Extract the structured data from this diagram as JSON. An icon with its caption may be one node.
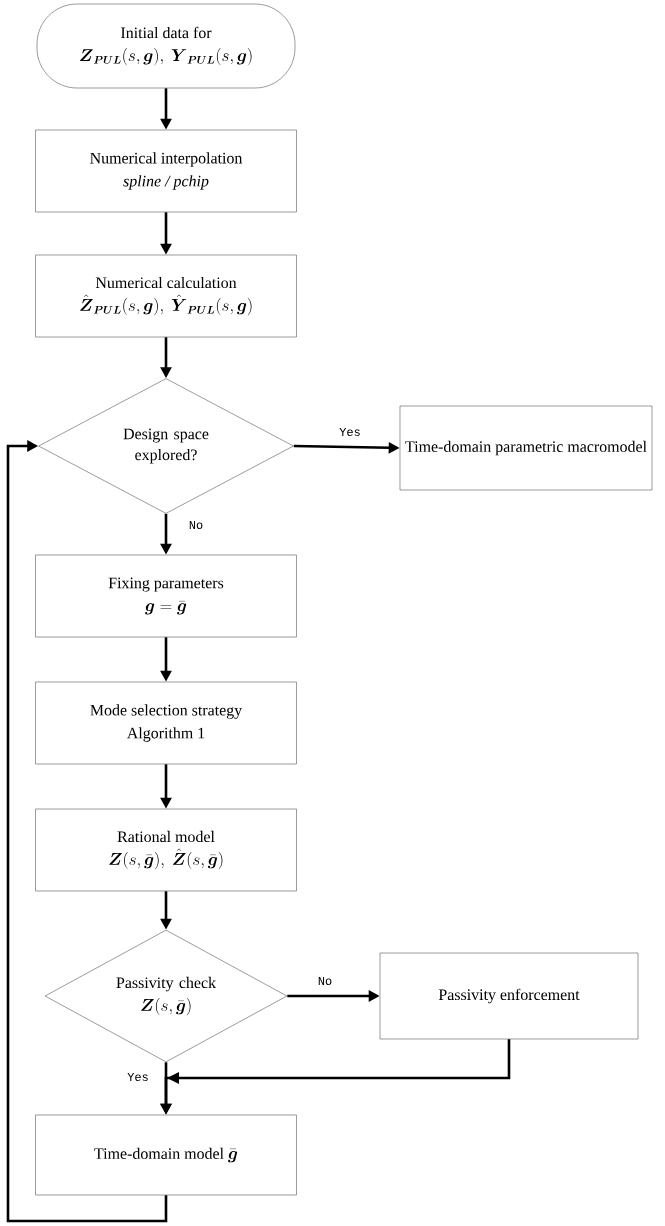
{
  "diagram": {
    "nodes": [
      {
        "text": [
          "Initial data for",
          "\\boldsymbol{Z}_{\\boldsymbol{PUL}}(s,\\boldsymbol{g}),\\ \\boldsymbol{Y}_{\\boldsymbol{PUL}}(s,\\boldsymbol{g})"
        ]
      },
      {
        "text": [
          "Numerical interpolation",
          "spline / pchip"
        ]
      },
      {
        "text": [
          "Numerical calculation",
          "\\hat{\\boldsymbol{Z}}_{\\boldsymbol{PUL}}(s,\\boldsymbol{g}),\\ \\hat{\\boldsymbol{Y}}_{\\boldsymbol{PUL}}(s,\\boldsymbol{g})"
        ]
      },
      {
        "text": [
          "Design space explored?"
        ]
      },
      {
        "text": [
          "Time-domain parametric macromodel"
        ]
      },
      {
        "text": [
          "Fixing parameters",
          "\\boldsymbol{g}=\\bar{\\boldsymbol{g}}"
        ]
      },
      {
        "text": [
          "Mode selection strategy",
          "Algorithm 1"
        ]
      },
      {
        "text": [
          "Rational model",
          "\\boldsymbol{Z}(s,\\bar{\\boldsymbol{g}}),\\ \\hat{\\boldsymbol{Z}}(s,\\bar{\\boldsymbol{g}})"
        ]
      },
      {
        "text": [
          "Passivity check",
          "\\boldsymbol{Z}(s,\\bar{\\boldsymbol{g}})"
        ]
      },
      {
        "text": [
          "Passivity enforcement"
        ]
      },
      {
        "text": [
          "Time-domain model",
          "\\bar{\\boldsymbol{g}}"
        ]
      }
    ],
    "edges": [
      {
        "from": 0,
        "to": 1,
        "arrow": "to"
      },
      {
        "from": 1,
        "to": 2,
        "arrow": "to"
      },
      {
        "from": 2,
        "to": 3,
        "arrow": "to"
      },
      {
        "from": 3,
        "to": 4,
        "arrow": "to",
        "label": "Yes"
      },
      {
        "from": 3,
        "to": 5,
        "arrow": "to",
        "label": "No"
      },
      {
        "from": 5,
        "to": 6,
        "arrow": "to"
      },
      {
        "from": 6,
        "to": 7,
        "arrow": "to"
      },
      {
        "from": 7,
        "to": 8,
        "arrow": "to"
      },
      {
        "from": 8,
        "to": 9,
        "arrow": "to",
        "label": "No"
      },
      {
        "from": 8,
        "to": 10,
        "arrow": "to",
        "label": "Yes"
      },
      {
        "from": 9,
        "to": 10,
        "arrow": "to"
      },
      {
        "from": 10,
        "to": 3,
        "arrow": "to"
      }
    ]
  }
}
